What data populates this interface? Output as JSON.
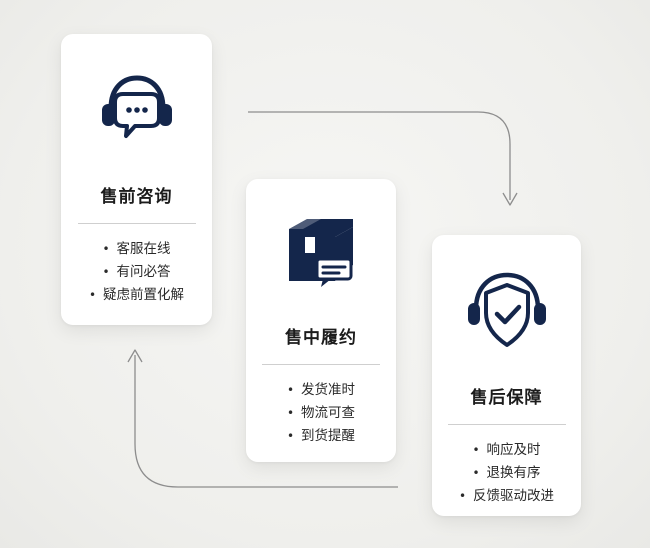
{
  "flow": {
    "stages": [
      {
        "title": "售前咨询",
        "icon": "headset-chat-icon",
        "features": [
          "客服在线",
          "有问必答",
          "疑虑前置化解"
        ]
      },
      {
        "title": "售中履约",
        "icon": "package-box-icon",
        "features": [
          "发货准时",
          "物流可查",
          "到货提醒"
        ]
      },
      {
        "title": "售后保障",
        "icon": "shield-check-headset-icon",
        "features": [
          "响应及时",
          "退换有序",
          "反馈驱动改进"
        ]
      }
    ]
  },
  "colors": {
    "icon_navy": "#14264b",
    "connector": "#8d8d8d",
    "card": "#ffffff",
    "text": "#1c1c1c"
  }
}
